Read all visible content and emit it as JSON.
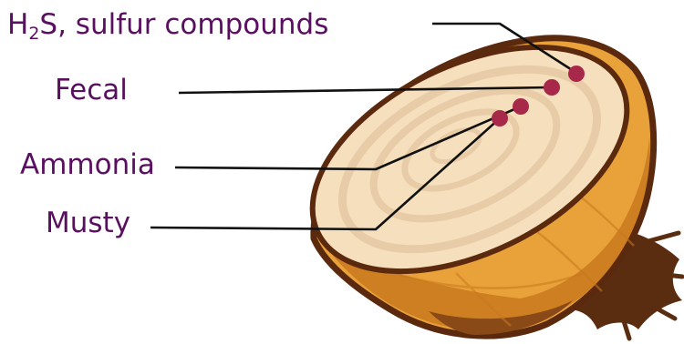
{
  "labels": {
    "h2s": {
      "prefix": "H",
      "subscript": "2",
      "suffix": "S, sulfur compounds"
    },
    "fecal": "Fecal",
    "ammonia": "Ammonia",
    "musty": "Musty"
  },
  "colors": {
    "label_text": "#5a1060",
    "leader_line": "#111111",
    "marker_dot": "#a8284a",
    "onion_outline": "#5b2a0e",
    "onion_cut_face": "#f6dfbd",
    "onion_ring": "#e2c39e",
    "onion_skin": "#e9a23a",
    "onion_skin_dark": "#c8791e",
    "onion_bottom": "#8a4a17",
    "onion_roots": "#5a2c10"
  },
  "icons": {
    "onion": "half-onion-illustration"
  }
}
